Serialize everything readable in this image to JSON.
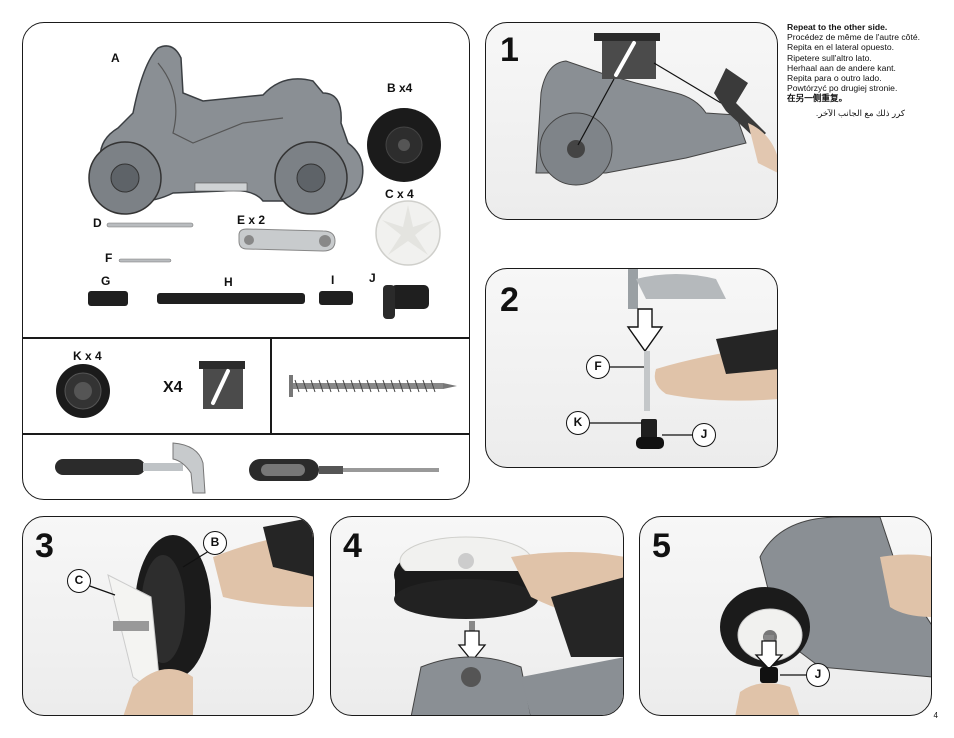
{
  "parts": {
    "A": "A",
    "B": "B x4",
    "C": "C x 4",
    "D": "D",
    "E": "E x 2",
    "F": "F",
    "G": "G",
    "H": "H",
    "I": "I",
    "J": "J",
    "K": "K x 4",
    "cap_qty": "X4"
  },
  "repeat_note": {
    "lines": [
      "Repeat to the other side.",
      "Procédez de même de l'autre côté.",
      "Repita en el lateral opuesto.",
      "Ripetere sull'altro lato.",
      "Herhaal aan de andere kant.",
      "Repita para o outro lado.",
      "Powtórzyć po drugiej stronie.",
      "在另一侧重复。",
      "كرر ذلك مع الجانب الآخر."
    ]
  },
  "steps": {
    "s1": "1",
    "s2": "2",
    "s3": "3",
    "s4": "4",
    "s5": "5"
  },
  "callouts": {
    "step2_F": "F",
    "step2_K": "K",
    "step2_J": "J",
    "step3_C": "C",
    "step3_B": "B",
    "step5_J": "J"
  },
  "page_number": "4",
  "colors": {
    "plastic_grey": "#8a8f94",
    "tire_black": "#1b1b1b",
    "hub_white": "#f1f1ef",
    "border": "#1a1a1a"
  }
}
